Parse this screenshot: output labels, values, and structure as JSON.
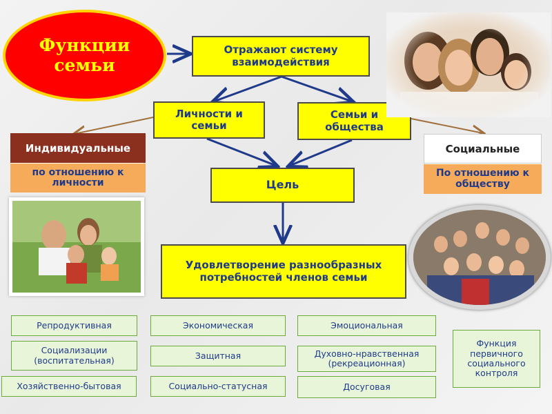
{
  "title": "Функции\nсемьи",
  "top_box": "Отражают систему\nвзаимодействия",
  "personality_box": "Личности и\nсемьи",
  "society_box": "Семьи и\nобщества",
  "goal_box": "Цель",
  "satisfaction_box": "Удовлетворение разнообразных\nпотребностей членов семьи",
  "individual": {
    "header": "Индивидуальные",
    "sub": "по отношению к\nличности"
  },
  "social": {
    "header": "Социальные",
    "sub": "По отношению к\nобществу"
  },
  "functions": {
    "reproductive": "Репродуктивная",
    "socialization": "Социализации\n(воспитательная)",
    "household": "Хозяйственно-бытовая",
    "economic": "Экономическая",
    "protective": "Защитная",
    "social_status": "Социально-статусная",
    "emotional": "Эмоциональная",
    "spiritual": "Духовно-нравственная\n(рекреационная)",
    "leisure": "Досуговая",
    "control": "Функция\nпервичного\nсоциального\nконтроля"
  },
  "colors": {
    "accent_yellow": "#ffff00",
    "oval_red": "#ff0000",
    "text_blue": "#1f3a8a",
    "individual_header": "#8b2f1e",
    "sub_orange": "#f6ab5a",
    "function_green": "#e8f5d8",
    "arrow_blue": "#1f3a8a",
    "arrow_brown": "#a0703c"
  }
}
